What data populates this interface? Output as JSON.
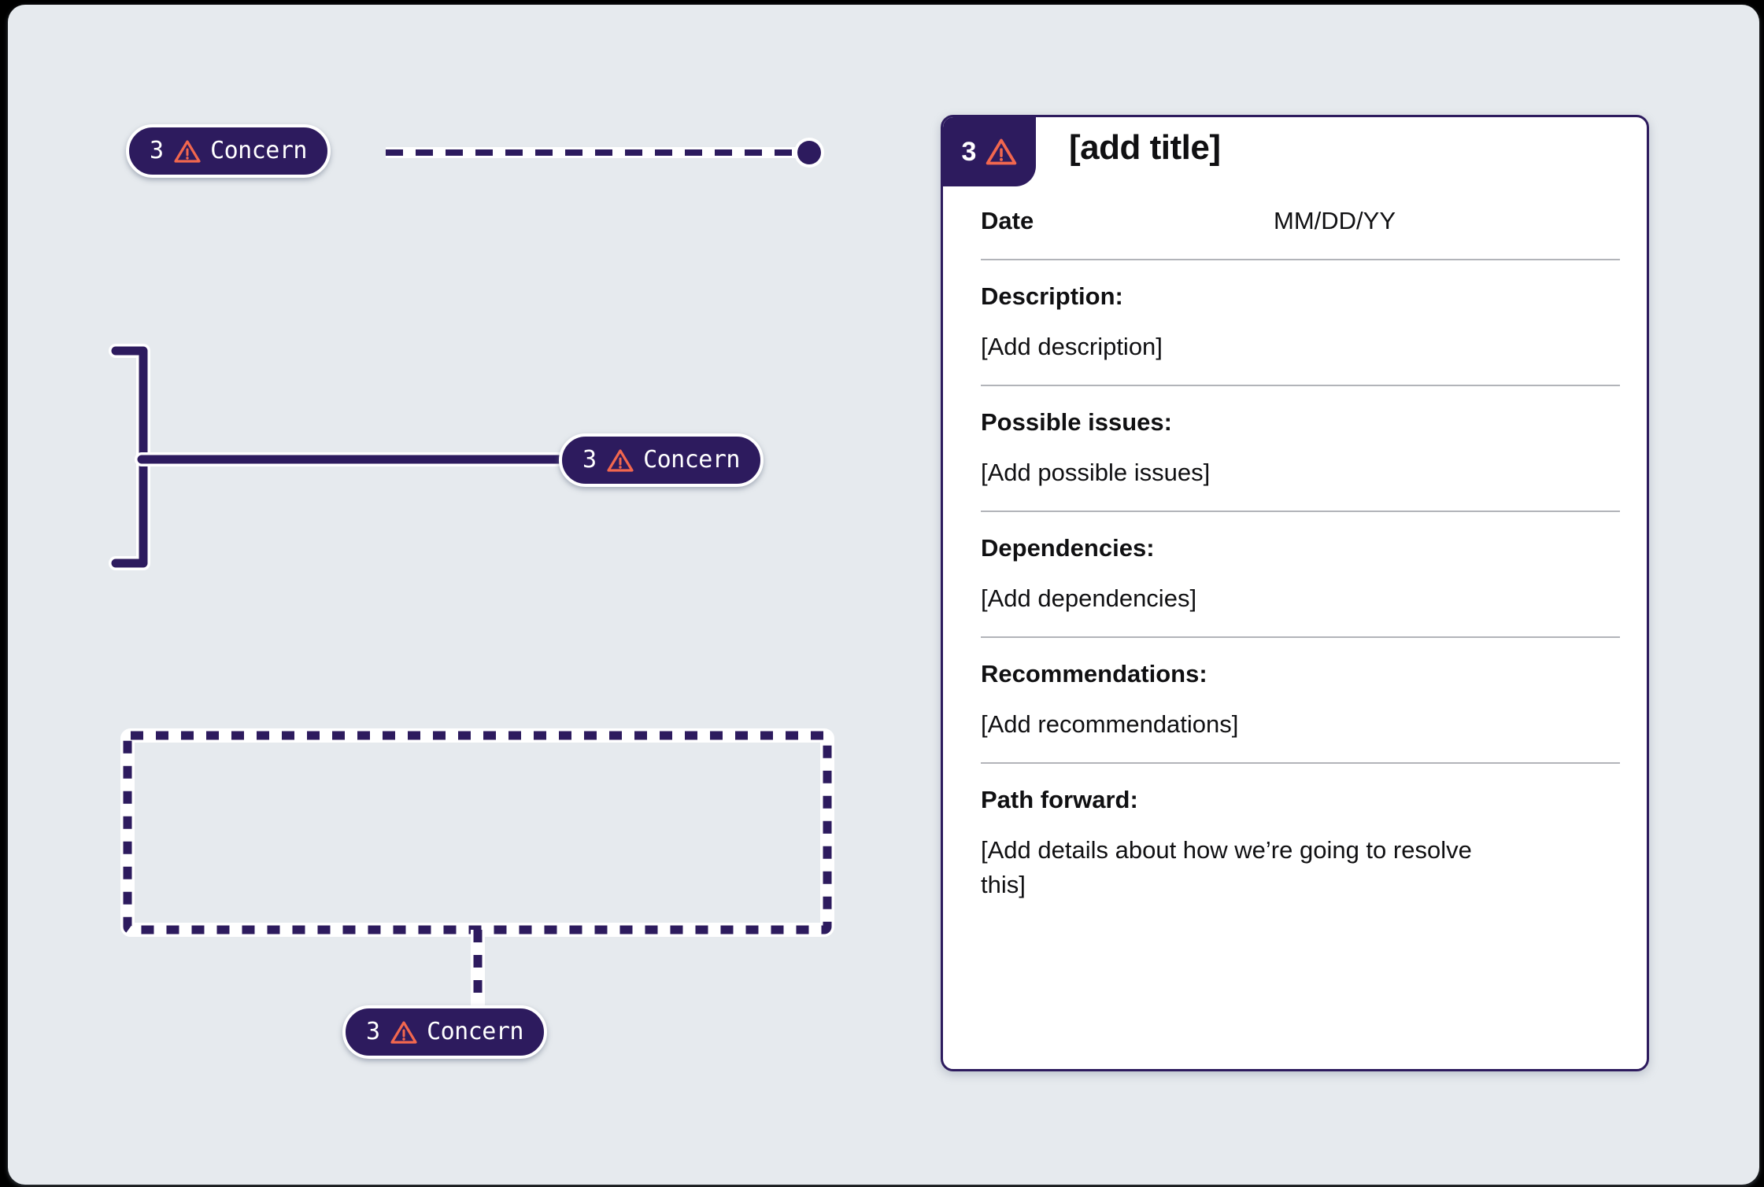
{
  "theme": {
    "canvas_bg": "#e6eaee",
    "badge_bg": "#2d1b5e",
    "badge_text": "#ffffff",
    "accent_warning": "#f2674e",
    "card_bg": "#ffffff",
    "card_border": "#2d1b5e",
    "divider": "#b2b4b9",
    "text": "#101012"
  },
  "nodes": [
    {
      "id": "badge-top",
      "count": "3",
      "label": "Concern",
      "icon": "warning-triangle-icon"
    },
    {
      "id": "badge-mid",
      "count": "3",
      "label": "Concern",
      "icon": "warning-triangle-icon"
    },
    {
      "id": "badge-bottom",
      "count": "3",
      "label": "Concern",
      "icon": "warning-triangle-icon"
    }
  ],
  "connectors": [
    {
      "name": "dashed-line-to-endpoint",
      "style": "dashed",
      "endpoint": "filled-circle"
    },
    {
      "name": "bracket-to-solid-line",
      "style": "solid",
      "endpoint": "square-bracket"
    },
    {
      "name": "dashed-rect-to-badge",
      "style": "dashed",
      "endpoint": "dashed-rectangle"
    }
  ],
  "card": {
    "chip": {
      "count": "3",
      "icon": "warning-triangle-icon"
    },
    "title": "[add title]",
    "date": {
      "label": "Date",
      "value": "MM/DD/YY"
    },
    "sections": [
      {
        "label": "Description:",
        "value": "[Add description]"
      },
      {
        "label": "Possible issues:",
        "value": "[Add possible issues]"
      },
      {
        "label": "Dependencies:",
        "value": "[Add dependencies]"
      },
      {
        "label": "Recommendations:",
        "value": "[Add recommendations]"
      },
      {
        "label": "Path forward:",
        "value": "[Add details about how we’re going to resolve this]"
      }
    ]
  }
}
